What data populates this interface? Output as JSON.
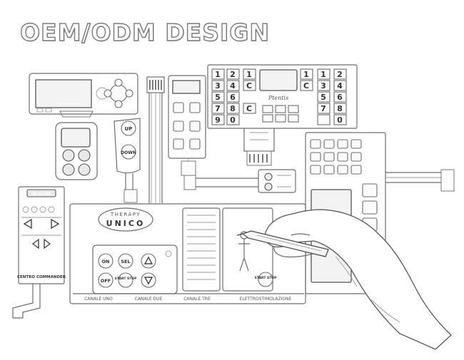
{
  "heading": {
    "title": "OEM/ODM DESIGN"
  },
  "keypad_right": {
    "digits": [
      "1",
      "2",
      "3",
      "4",
      "5",
      "6",
      "7",
      "8",
      "9",
      "0"
    ],
    "left_letters": [
      "1",
      "C",
      "C"
    ],
    "right_letters": [
      "1",
      "C"
    ],
    "brand": "Ptentis"
  },
  "small_remote": {
    "up": "UP",
    "down": "DOWN"
  },
  "brandt_panel": {
    "brand": "Brandt",
    "footer": "CENTRO COMMANDER"
  },
  "therapy_panel": {
    "brand_top": "THERAPY",
    "brand_main": "UNICO",
    "keys": [
      "ON",
      "SEL",
      "OFF",
      "START STOP"
    ],
    "start_right": "START STOP",
    "channels": [
      "CANALE UNO",
      "CANALE DUE",
      "CANALE TRE",
      "ELETTROSTIMOLAZIONE"
    ]
  },
  "colors": {
    "line": "#6d6d6d",
    "dark": "#444444",
    "paper": "#ffffff"
  }
}
